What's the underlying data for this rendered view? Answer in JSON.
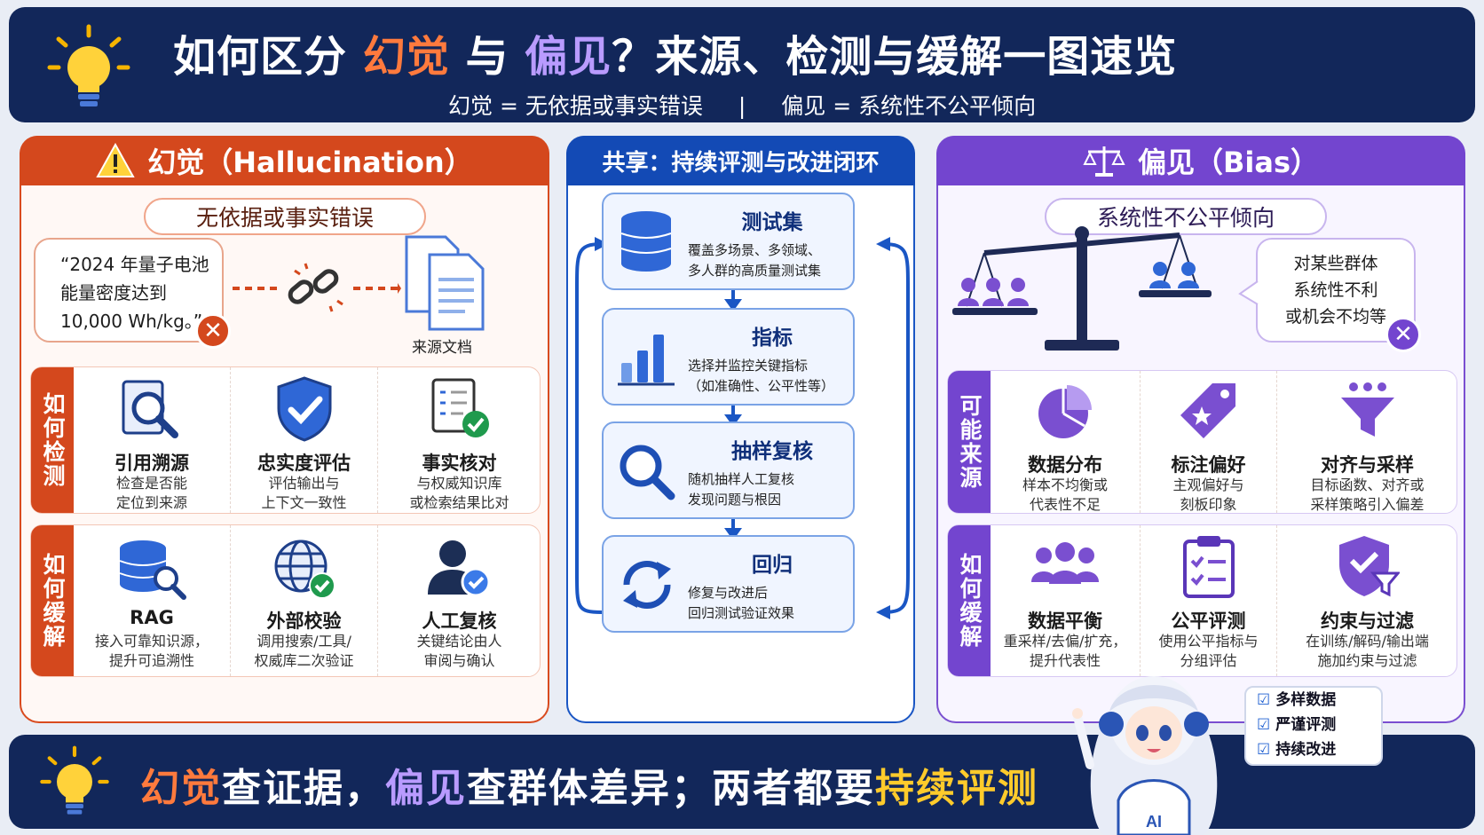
{
  "header": {
    "title_a": "如何区分 ",
    "title_hal": "幻觉",
    "title_b": " 与 ",
    "title_bias": "偏见",
    "title_c": "？来源、检测与缓解一图速览",
    "sub_left": "幻觉 = 无依据或事实错误",
    "sub_sep": "|",
    "sub_right": "偏见 = 系统性不公平倾向"
  },
  "left": {
    "title": "幻觉（Hallucination）",
    "pill": "无依据或事实错误",
    "quote": [
      "“2024 年量子电池",
      "能量密度达到",
      "10,000 Wh/kg。”"
    ],
    "doc_label": "来源文档",
    "x": "✕",
    "detect": {
      "tab": "如何检测",
      "items": [
        {
          "t": "引用溯源",
          "d": [
            "检查是否能",
            "定位到来源"
          ]
        },
        {
          "t": "忠实度评估",
          "d": [
            "评估输出与",
            "上下文一致性"
          ]
        },
        {
          "t": "事实核对",
          "d": [
            "与权威知识库",
            "或检索结果比对"
          ]
        }
      ]
    },
    "mitigate": {
      "tab": "如何缓解",
      "items": [
        {
          "t": "RAG",
          "d": [
            "接入可靠知识源，",
            "提升可追溯性"
          ]
        },
        {
          "t": "外部校验",
          "d": [
            "调用搜索/工具/",
            "权威库二次验证"
          ]
        },
        {
          "t": "人工复核",
          "d": [
            "关键结论由人",
            "审阅与确认"
          ]
        }
      ]
    }
  },
  "mid": {
    "title": "共享：持续评测与改进闭环",
    "boxes": [
      {
        "t": "测试集",
        "d": [
          "覆盖多场景、多领域、",
          "多人群的高质量测试集"
        ]
      },
      {
        "t": "指标",
        "d": [
          "选择并监控关键指标",
          "（如准确性、公平性等）"
        ]
      },
      {
        "t": "抽样复核",
        "d": [
          "随机抽样人工复核",
          "发现问题与根因"
        ]
      },
      {
        "t": "回归",
        "d": [
          "修复与改进后",
          "回归测试验证效果"
        ]
      }
    ]
  },
  "right": {
    "title": "偏见（Bias）",
    "pill": "系统性不公平倾向",
    "quote": [
      "对某些群体",
      "系统性不利",
      "或机会不均等"
    ],
    "x": "✕",
    "source": {
      "tab": "可能来源",
      "items": [
        {
          "t": "数据分布",
          "d": [
            "样本不均衡或",
            "代表性不足"
          ]
        },
        {
          "t": "标注偏好",
          "d": [
            "主观偏好与",
            "刻板印象"
          ]
        },
        {
          "t": "对齐与采样",
          "d": [
            "目标函数、对齐或",
            "采样策略引入偏差"
          ]
        }
      ]
    },
    "mitigate": {
      "tab": "如何缓解",
      "items": [
        {
          "t": "数据平衡",
          "d": [
            "重采样/去偏/扩充，",
            "提升代表性"
          ]
        },
        {
          "t": "公平评测",
          "d": [
            "使用公平指标与",
            "分组评估"
          ]
        },
        {
          "t": "约束与过滤",
          "d": [
            "在训练/解码/输出端",
            "施加约束与过滤"
          ]
        }
      ]
    }
  },
  "footer": {
    "a": "幻觉",
    "b": "查证据，",
    "c": "偏见",
    "d": "查群体差异；两者都要",
    "e": "持续评测"
  },
  "checklist": [
    "多样数据",
    "严谨评测",
    "持续改进"
  ],
  "mascot_badge": "AI"
}
